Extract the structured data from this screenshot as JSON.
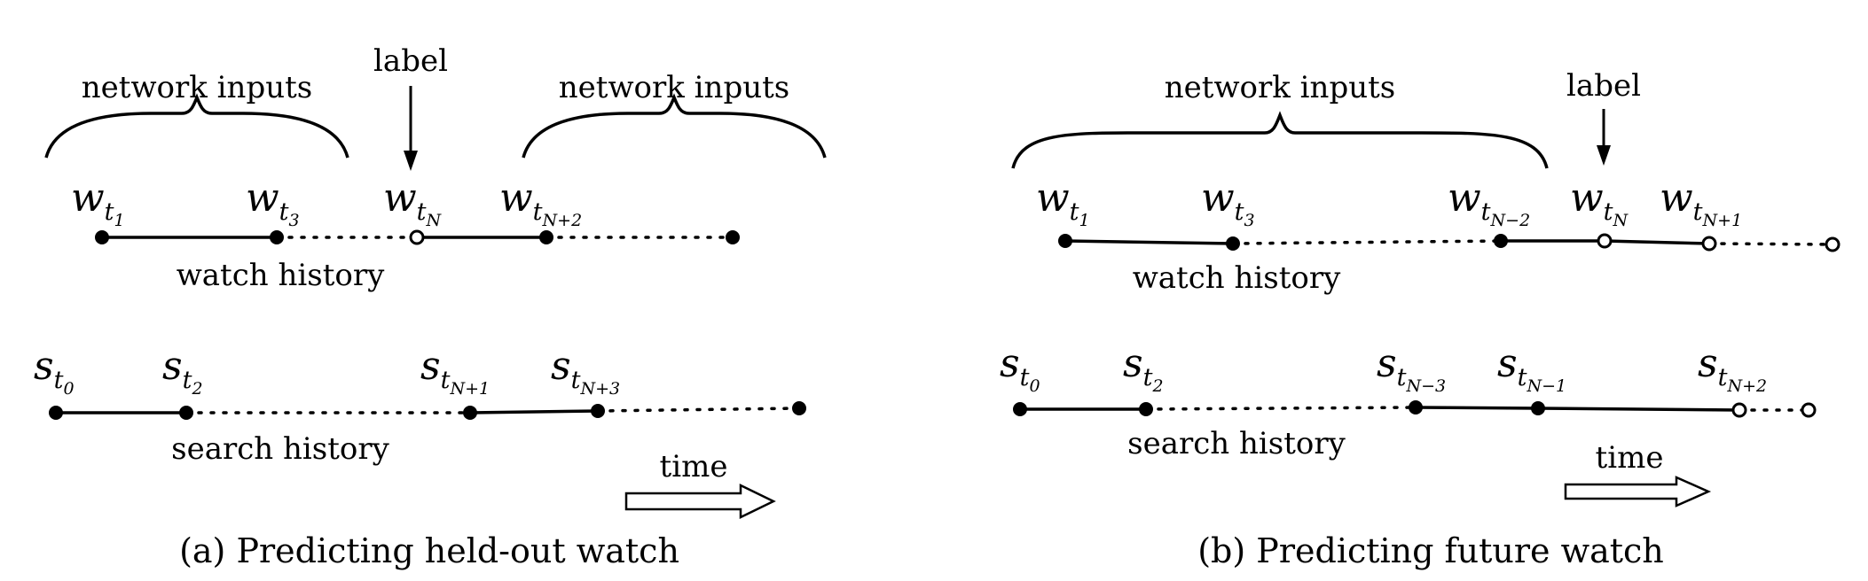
{
  "panel_a": {
    "caption": "(a) Predicting held-out watch",
    "watch_history_label": "watch history",
    "search_history_label": "search history",
    "network_inputs_left": "network inputs",
    "network_inputs_right": "network inputs",
    "label_text": "label",
    "time_label": "time",
    "watch_nodes": [
      {
        "var": "w",
        "sub": "t",
        "subsub": "1",
        "state": "filled"
      },
      {
        "var": "w",
        "sub": "t",
        "subsub": "3",
        "state": "filled"
      },
      {
        "var": "w",
        "sub": "t",
        "subsub": "N",
        "state": "open"
      },
      {
        "var": "w",
        "sub": "t",
        "subsub": "N+2",
        "state": "filled"
      },
      {
        "var": "",
        "sub": "",
        "subsub": "",
        "state": "filled"
      }
    ],
    "search_nodes": [
      {
        "var": "s",
        "sub": "t",
        "subsub": "0",
        "state": "filled"
      },
      {
        "var": "s",
        "sub": "t",
        "subsub": "2",
        "state": "filled"
      },
      {
        "var": "s",
        "sub": "t",
        "subsub": "N+1",
        "state": "filled"
      },
      {
        "var": "s",
        "sub": "t",
        "subsub": "N+3",
        "state": "filled"
      },
      {
        "var": "",
        "sub": "",
        "subsub": "",
        "state": "filled"
      }
    ]
  },
  "panel_b": {
    "caption": "(b) Predicting future watch",
    "watch_history_label": "watch history",
    "search_history_label": "search history",
    "network_inputs": "network inputs",
    "label_text": "label",
    "time_label": "time",
    "watch_nodes": [
      {
        "var": "w",
        "sub": "t",
        "subsub": "1",
        "state": "filled"
      },
      {
        "var": "w",
        "sub": "t",
        "subsub": "3",
        "state": "filled"
      },
      {
        "var": "w",
        "sub": "t",
        "subsub": "N−2",
        "state": "filled"
      },
      {
        "var": "w",
        "sub": "t",
        "subsub": "N",
        "state": "open"
      },
      {
        "var": "w",
        "sub": "t",
        "subsub": "N+1",
        "state": "open"
      },
      {
        "var": "",
        "sub": "",
        "subsub": "",
        "state": "open"
      }
    ],
    "search_nodes": [
      {
        "var": "s",
        "sub": "t",
        "subsub": "0",
        "state": "filled"
      },
      {
        "var": "s",
        "sub": "t",
        "subsub": "2",
        "state": "filled"
      },
      {
        "var": "s",
        "sub": "t",
        "subsub": "N−3",
        "state": "filled"
      },
      {
        "var": "s",
        "sub": "t",
        "subsub": "N−1",
        "state": "filled"
      },
      {
        "var": "s",
        "sub": "t",
        "subsub": "N+2",
        "state": "open"
      },
      {
        "var": "",
        "sub": "",
        "subsub": "",
        "state": "open"
      }
    ]
  }
}
